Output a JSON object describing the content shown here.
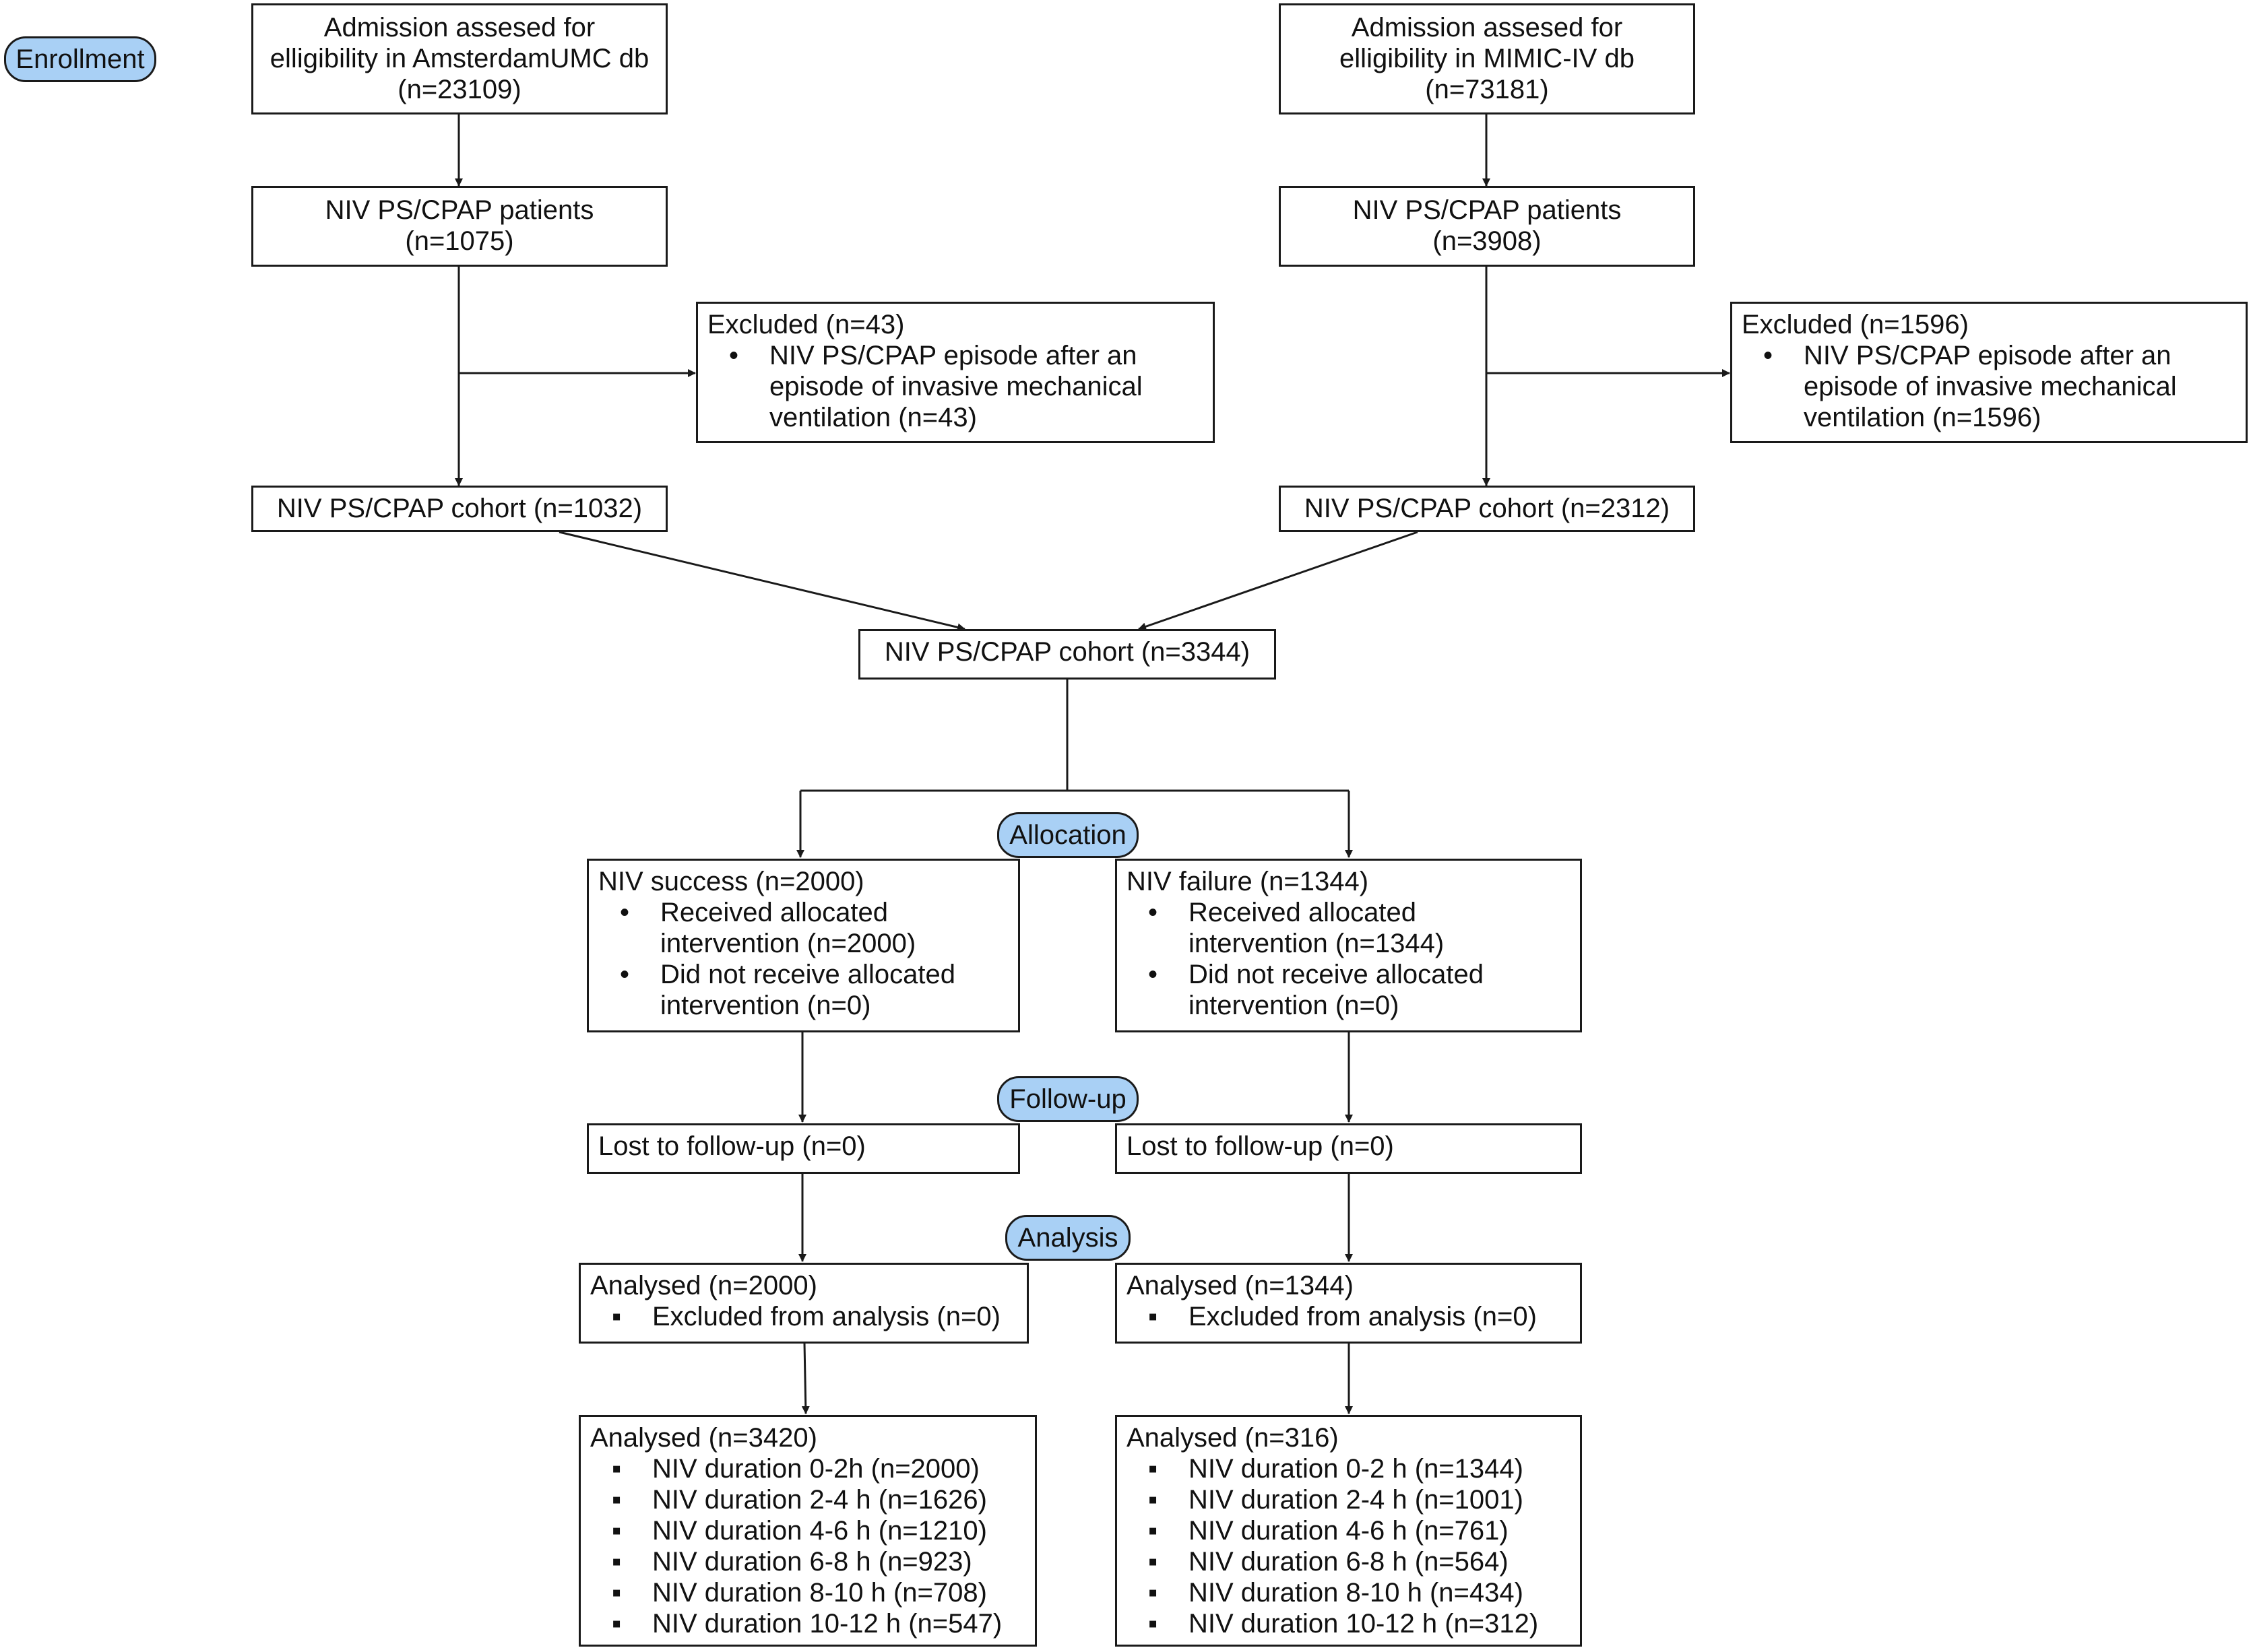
{
  "stages": {
    "enrollment": "Enrollment",
    "allocation": "Allocation",
    "followup": "Follow-up",
    "analysis": "Analysis"
  },
  "colors": {
    "stage_fill": "#a9d0f5",
    "line": "#1a1a1a"
  },
  "amsterdam": {
    "admission": [
      "Admission assesed for",
      "elligibility in AmsterdamUMC db",
      "(n=23109)"
    ],
    "patients": [
      "NIV PS/CPAP patients",
      "(n=1075)"
    ],
    "excluded_title": "Excluded (n=43)",
    "excluded_items": [
      [
        "NIV PS/CPAP episode after an",
        "episode of invasive mechanical",
        "ventilation (n=43)"
      ]
    ],
    "cohort": "NIV PS/CPAP cohort (n=1032)"
  },
  "mimic": {
    "admission": [
      "Admission assesed for",
      "elligibility in MIMIC-IV db",
      "(n=73181)"
    ],
    "patients": [
      "NIV PS/CPAP patients",
      "(n=3908)"
    ],
    "excluded_title": "Excluded (n=1596)",
    "excluded_items": [
      [
        "NIV PS/CPAP episode after an",
        "episode of invasive mechanical",
        "ventilation (n=1596)"
      ]
    ],
    "cohort": "NIV PS/CPAP cohort (n=2312)"
  },
  "combined_cohort": "NIV PS/CPAP cohort (n=3344)",
  "success": {
    "allocation_title": "NIV success (n=2000)",
    "allocation_items": [
      [
        "Received allocated",
        "intervention (n=2000)"
      ],
      [
        "Did not receive allocated",
        "intervention (n=0)"
      ]
    ],
    "lost": "Lost to follow-up (n=0)",
    "analysed_title": "Analysed (n=2000)",
    "analysed_items": [
      [
        "Excluded from analysis (n=0)"
      ]
    ],
    "duration_title": "Analysed (n=3420)",
    "duration_items": [
      [
        "NIV duration 0-2h (n=2000)"
      ],
      [
        "NIV duration 2-4 h  (n=1626)"
      ],
      [
        "NIV duration 4-6 h (n=1210)"
      ],
      [
        "NIV duration 6-8 h (n=923)"
      ],
      [
        "NIV duration 8-10 h (n=708)"
      ],
      [
        "NIV duration 10-12 h (n=547)"
      ]
    ]
  },
  "failure": {
    "allocation_title": "NIV failure (n=1344)",
    "allocation_items": [
      [
        "Received allocated",
        "intervention (n=1344)"
      ],
      [
        "Did not receive allocated",
        "intervention (n=0)"
      ]
    ],
    "lost": "Lost to follow-up (n=0)",
    "analysed_title": "Analysed (n=1344)",
    "analysed_items": [
      [
        "Excluded from analysis (n=0)"
      ]
    ],
    "duration_title": "Analysed (n=316)",
    "duration_items": [
      [
        "NIV duration 0-2 h (n=1344)"
      ],
      [
        "NIV duration 2-4 h (n=1001)"
      ],
      [
        "NIV duration 4-6 h (n=761)"
      ],
      [
        "NIV duration 6-8 h (n=564)"
      ],
      [
        "NIV duration 8-10 h (n=434)"
      ],
      [
        "NIV duration 10-12 h (n=312)"
      ]
    ]
  }
}
